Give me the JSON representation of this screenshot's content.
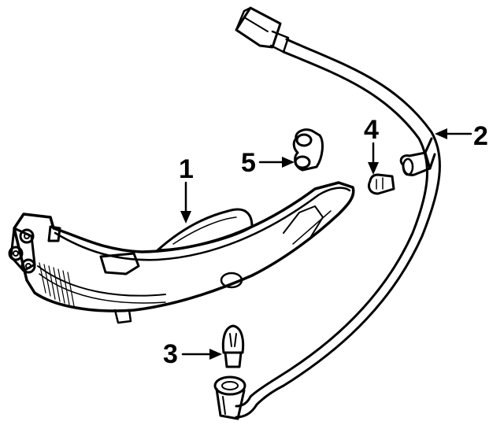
{
  "callouts": [
    {
      "id": "1",
      "label": "1"
    },
    {
      "id": "2",
      "label": "2"
    },
    {
      "id": "3",
      "label": "3"
    },
    {
      "id": "4",
      "label": "4"
    },
    {
      "id": "5",
      "label": "5"
    }
  ],
  "colors": {
    "ink": "#000000",
    "background": "#ffffff"
  }
}
